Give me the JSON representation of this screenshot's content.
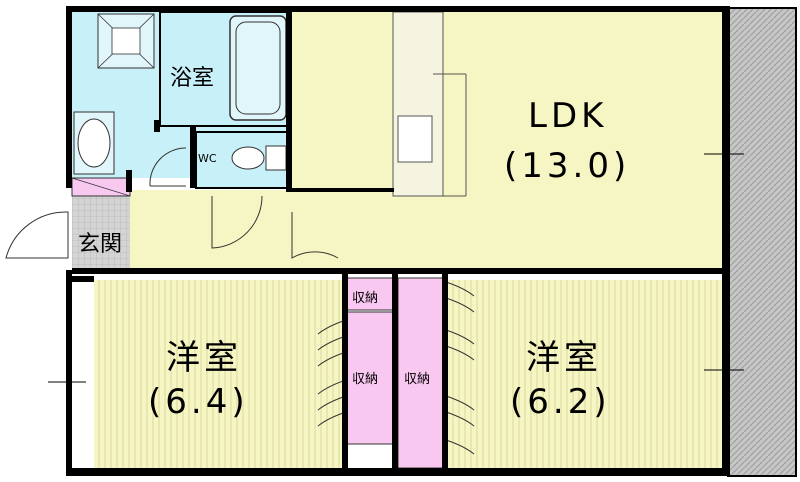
{
  "rooms": {
    "ldk": {
      "name": "LDK",
      "size": "(13.0)"
    },
    "bath": {
      "name": "浴室"
    },
    "wc": {
      "name": "WC"
    },
    "entrance": {
      "name": "玄関"
    },
    "western_left": {
      "name": "洋室",
      "size": "(6.4)"
    },
    "western_right": {
      "name": "洋室",
      "size": "(6.2)"
    },
    "storage_small": {
      "name": "収納"
    },
    "storage_left": {
      "name": "収納"
    },
    "storage_right": {
      "name": "収納"
    }
  },
  "colors": {
    "wall": "#000000",
    "floor_yellow": "#f6f6c4",
    "wet_area_blue": "#c8f0f8",
    "storage_pink": "#f8c8f0",
    "entrance_gray": "#d0d0d0",
    "balcony_gray": "#bdbdbd"
  }
}
